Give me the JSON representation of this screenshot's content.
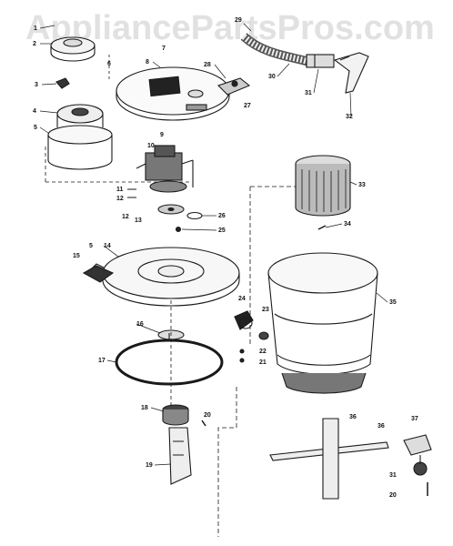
{
  "watermark": "AppliancePartsPros.com",
  "callouts": [
    {
      "n": "1"
    },
    {
      "n": "2"
    },
    {
      "n": "3"
    },
    {
      "n": "4"
    },
    {
      "n": "5"
    },
    {
      "n": "6"
    },
    {
      "n": "7"
    },
    {
      "n": "8"
    },
    {
      "n": "9"
    },
    {
      "n": "10"
    },
    {
      "n": "11"
    },
    {
      "n": "12"
    },
    {
      "n": "13"
    },
    {
      "n": "14"
    },
    {
      "n": "15"
    },
    {
      "n": "5"
    },
    {
      "n": "16"
    },
    {
      "n": "17"
    },
    {
      "n": "18"
    },
    {
      "n": "19"
    },
    {
      "n": "20"
    },
    {
      "n": "20"
    },
    {
      "n": "21"
    },
    {
      "n": "22"
    },
    {
      "n": "23"
    },
    {
      "n": "24"
    },
    {
      "n": "25"
    },
    {
      "n": "26"
    },
    {
      "n": "27"
    },
    {
      "n": "28"
    },
    {
      "n": "29"
    },
    {
      "n": "30"
    },
    {
      "n": "31"
    },
    {
      "n": "32"
    },
    {
      "n": "33"
    },
    {
      "n": "34"
    },
    {
      "n": "35"
    },
    {
      "n": "36"
    },
    {
      "n": "36"
    },
    {
      "n": "37"
    },
    {
      "n": "31"
    },
    {
      "n": "12"
    }
  ],
  "colors": {
    "line": "#1a1a1a",
    "watermark": "#9a9a9a"
  }
}
